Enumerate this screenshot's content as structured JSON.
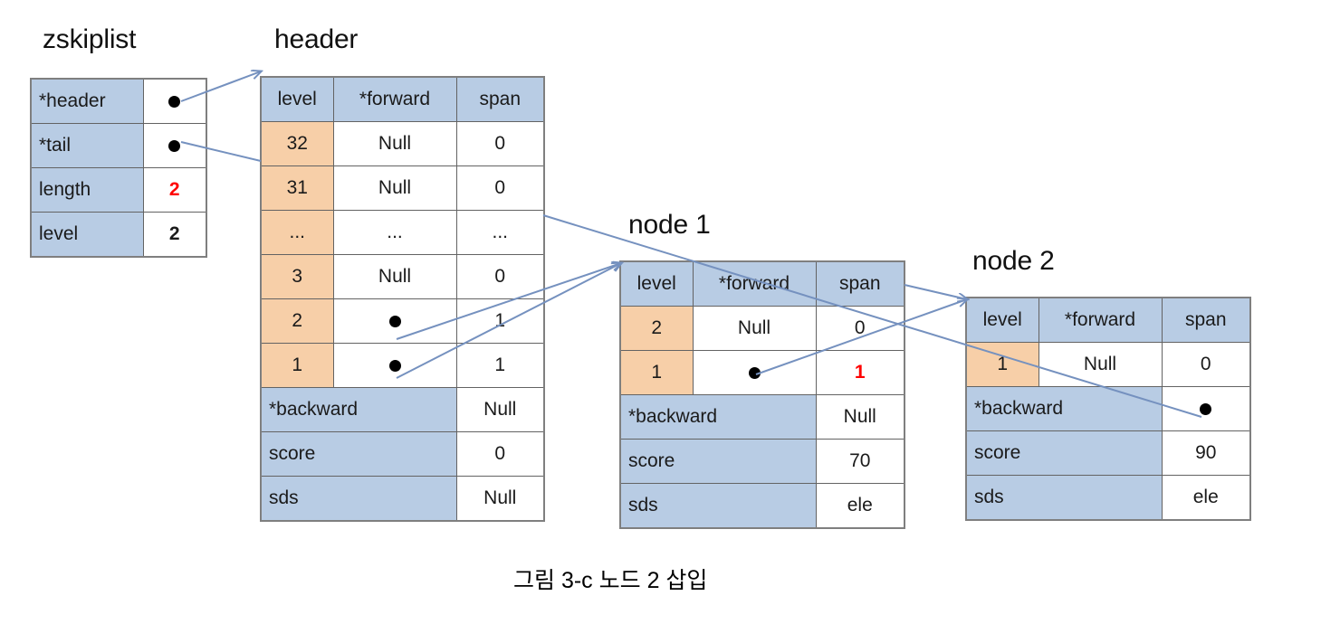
{
  "figure": {
    "caption": "그림 3-c   노드 2 삽입",
    "colors": {
      "header_cell": "#b8cce4",
      "level_cell": "#f7cfa8",
      "highlight_text": "#ff0000",
      "arrow": "#7591bf",
      "border": "#636363"
    }
  },
  "zskiplist": {
    "title": "zskiplist",
    "rows": [
      {
        "label": "*header",
        "value": "dot",
        "kind": "pointer"
      },
      {
        "label": "*tail",
        "value": "dot",
        "kind": "pointer"
      },
      {
        "label": "length",
        "value": "2",
        "kind": "highlight"
      },
      {
        "label": "level",
        "value": "2",
        "kind": "bold"
      }
    ]
  },
  "header_node": {
    "title": "header",
    "columns": [
      "level",
      "*forward",
      "span"
    ],
    "levels": [
      {
        "level": "32",
        "forward": "Null",
        "span": "0"
      },
      {
        "level": "31",
        "forward": "Null",
        "span": "0"
      },
      {
        "level": "...",
        "forward": "...",
        "span": "..."
      },
      {
        "level": "3",
        "forward": "Null",
        "span": "0"
      },
      {
        "level": "2",
        "forward": "dot",
        "span": "1"
      },
      {
        "level": "1",
        "forward": "dot",
        "span": "1"
      }
    ],
    "fields": [
      {
        "label": "*backward",
        "value": "Null"
      },
      {
        "label": "score",
        "value": "0"
      },
      {
        "label": "sds",
        "value": "Null"
      }
    ]
  },
  "node1": {
    "title": "node 1",
    "columns": [
      "level",
      "*forward",
      "span"
    ],
    "levels": [
      {
        "level": "2",
        "forward": "Null",
        "span": "0",
        "span_kind": "normal"
      },
      {
        "level": "1",
        "forward": "dot",
        "span": "1",
        "span_kind": "highlight"
      }
    ],
    "fields": [
      {
        "label": "*backward",
        "value": "Null"
      },
      {
        "label": "score",
        "value": "70"
      },
      {
        "label": "sds",
        "value": "ele"
      }
    ]
  },
  "node2": {
    "title": "node 2",
    "columns": [
      "level",
      "*forward",
      "span"
    ],
    "levels": [
      {
        "level": "1",
        "forward": "Null",
        "span": "0",
        "span_kind": "normal"
      }
    ],
    "fields": [
      {
        "label": "*backward",
        "value": "dot"
      },
      {
        "label": "score",
        "value": "90"
      },
      {
        "label": "sds",
        "value": "ele"
      }
    ]
  }
}
